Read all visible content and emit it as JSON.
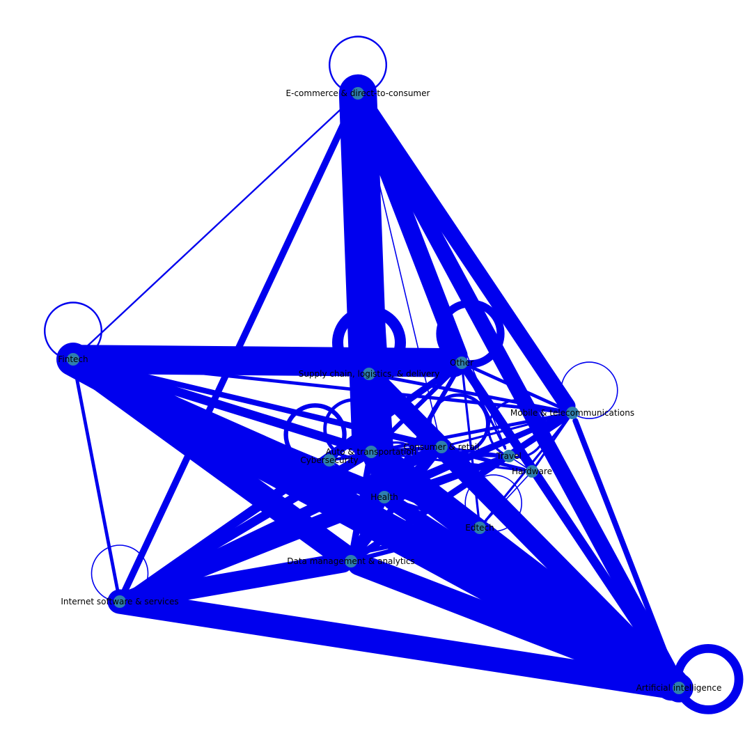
{
  "graph": {
    "colors": {
      "edge": "#0000ee",
      "node": "#2f7fae",
      "label": "#000000",
      "background": "#ffffff"
    },
    "nodes": [
      {
        "id": "ecommerce",
        "label": "E-commerce & direct-to-consumer"
      },
      {
        "id": "fintech",
        "label": "Fintech"
      },
      {
        "id": "supply",
        "label": "Supply chain, logistics, & delivery"
      },
      {
        "id": "other",
        "label": "Other"
      },
      {
        "id": "mobile",
        "label": "Mobile & telecommunications"
      },
      {
        "id": "auto",
        "label": "Auto & transportation"
      },
      {
        "id": "consumer",
        "label": "Consumer & retail"
      },
      {
        "id": "travel",
        "label": "Travel"
      },
      {
        "id": "cyber",
        "label": "Cybersecurity"
      },
      {
        "id": "hardware",
        "label": "Hardware"
      },
      {
        "id": "health",
        "label": "Health"
      },
      {
        "id": "edtech",
        "label": "Edtech"
      },
      {
        "id": "data",
        "label": "Data management & analytics"
      },
      {
        "id": "internet",
        "label": "Internet software & services"
      },
      {
        "id": "ai",
        "label": "Artificial intelligence"
      }
    ],
    "edges": [
      {
        "source": "ecommerce",
        "target": "auto",
        "weight": 34
      },
      {
        "source": "ecommerce",
        "target": "supply",
        "weight": 30
      },
      {
        "source": "ecommerce",
        "target": "health",
        "weight": 22
      },
      {
        "source": "ecommerce",
        "target": "other",
        "weight": 16
      },
      {
        "source": "ecommerce",
        "target": "mobile",
        "weight": 14
      },
      {
        "source": "ecommerce",
        "target": "ai",
        "weight": 14
      },
      {
        "source": "ecommerce",
        "target": "internet",
        "weight": 6
      },
      {
        "source": "ecommerce",
        "target": "fintech",
        "weight": 1.5
      },
      {
        "source": "ecommerce",
        "target": "consumer",
        "weight": 1
      },
      {
        "source": "ecommerce",
        "target": "travel",
        "weight": 1
      },
      {
        "source": "fintech",
        "target": "other",
        "weight": 26
      },
      {
        "source": "fintech",
        "target": "ai",
        "weight": 30
      },
      {
        "source": "fintech",
        "target": "data",
        "weight": 22
      },
      {
        "source": "fintech",
        "target": "health",
        "weight": 14
      },
      {
        "source": "fintech",
        "target": "auto",
        "weight": 8
      },
      {
        "source": "fintech",
        "target": "consumer",
        "weight": 5
      },
      {
        "source": "fintech",
        "target": "mobile",
        "weight": 3
      },
      {
        "source": "fintech",
        "target": "edtech",
        "weight": 4
      },
      {
        "source": "fintech",
        "target": "hardware",
        "weight": 3
      },
      {
        "source": "fintech",
        "target": "internet",
        "weight": 3
      },
      {
        "source": "internet",
        "target": "ai",
        "weight": 22
      },
      {
        "source": "internet",
        "target": "data",
        "weight": 18
      },
      {
        "source": "internet",
        "target": "health",
        "weight": 14
      },
      {
        "source": "internet",
        "target": "consumer",
        "weight": 10
      },
      {
        "source": "internet",
        "target": "auto",
        "weight": 8
      },
      {
        "source": "internet",
        "target": "travel",
        "weight": 6
      },
      {
        "source": "internet",
        "target": "mobile",
        "weight": 5
      },
      {
        "source": "internet",
        "target": "other",
        "weight": 6
      },
      {
        "source": "internet",
        "target": "edtech",
        "weight": 4
      },
      {
        "source": "internet",
        "target": "cyber",
        "weight": 6
      },
      {
        "source": "ai",
        "target": "auto",
        "weight": 26
      },
      {
        "source": "ai",
        "target": "supply",
        "weight": 18
      },
      {
        "source": "ai",
        "target": "data",
        "weight": 20
      },
      {
        "source": "ai",
        "target": "health",
        "weight": 14
      },
      {
        "source": "ai",
        "target": "other",
        "weight": 8
      },
      {
        "source": "ai",
        "target": "mobile",
        "weight": 5
      },
      {
        "source": "ai",
        "target": "hardware",
        "weight": 4
      },
      {
        "source": "ai",
        "target": "edtech",
        "weight": 4
      },
      {
        "source": "ai",
        "target": "consumer",
        "weight": 6
      },
      {
        "source": "data",
        "target": "health",
        "weight": 8
      },
      {
        "source": "data",
        "target": "consumer",
        "weight": 6
      },
      {
        "source": "data",
        "target": "travel",
        "weight": 5
      },
      {
        "source": "data",
        "target": "mobile",
        "weight": 6
      },
      {
        "source": "data",
        "target": "auto",
        "weight": 6
      },
      {
        "source": "data",
        "target": "edtech",
        "weight": 4
      },
      {
        "source": "supply",
        "target": "auto",
        "weight": 10
      },
      {
        "source": "supply",
        "target": "other",
        "weight": 6
      },
      {
        "source": "supply",
        "target": "consumer",
        "weight": 4
      },
      {
        "source": "supply",
        "target": "mobile",
        "weight": 3
      },
      {
        "source": "health",
        "target": "consumer",
        "weight": 5
      },
      {
        "source": "health",
        "target": "travel",
        "weight": 4
      },
      {
        "source": "health",
        "target": "mobile",
        "weight": 3
      },
      {
        "source": "health",
        "target": "other",
        "weight": 4
      },
      {
        "source": "health",
        "target": "edtech",
        "weight": 3
      },
      {
        "source": "health",
        "target": "cyber",
        "weight": 2
      },
      {
        "source": "auto",
        "target": "consumer",
        "weight": 3
      },
      {
        "source": "auto",
        "target": "travel",
        "weight": 3
      },
      {
        "source": "auto",
        "target": "other",
        "weight": 4
      },
      {
        "source": "auto",
        "target": "mobile",
        "weight": 3
      },
      {
        "source": "auto",
        "target": "hardware",
        "weight": 2
      },
      {
        "source": "cyber",
        "target": "other",
        "weight": 3
      },
      {
        "source": "cyber",
        "target": "mobile",
        "weight": 2
      },
      {
        "source": "cyber",
        "target": "consumer",
        "weight": 2
      },
      {
        "source": "consumer",
        "target": "mobile",
        "weight": 2
      },
      {
        "source": "consumer",
        "target": "travel",
        "weight": 2
      },
      {
        "source": "consumer",
        "target": "hardware",
        "weight": 2
      },
      {
        "source": "other",
        "target": "mobile",
        "weight": 3
      },
      {
        "source": "other",
        "target": "travel",
        "weight": 2
      },
      {
        "source": "other",
        "target": "hardware",
        "weight": 2
      },
      {
        "source": "other",
        "target": "edtech",
        "weight": 2
      },
      {
        "source": "mobile",
        "target": "hardware",
        "weight": 2
      },
      {
        "source": "mobile",
        "target": "edtech",
        "weight": 2
      },
      {
        "source": "travel",
        "target": "hardware",
        "weight": 1
      },
      {
        "source": "hardware",
        "target": "edtech",
        "weight": 1
      },
      {
        "source": "ecommerce",
        "target": "ecommerce",
        "weight": 1.5
      },
      {
        "source": "fintech",
        "target": "fintech",
        "weight": 1.5
      },
      {
        "source": "mobile",
        "target": "mobile",
        "weight": 1
      },
      {
        "source": "internet",
        "target": "internet",
        "weight": 1
      },
      {
        "source": "ai",
        "target": "ai",
        "weight": 8
      },
      {
        "source": "supply",
        "target": "supply",
        "weight": 10
      },
      {
        "source": "other",
        "target": "other",
        "weight": 7
      },
      {
        "source": "auto",
        "target": "auto",
        "weight": 3
      },
      {
        "source": "consumer",
        "target": "consumer",
        "weight": 3
      },
      {
        "source": "cyber",
        "target": "cyber",
        "weight": 4
      },
      {
        "source": "travel",
        "target": "travel",
        "weight": 2
      },
      {
        "source": "health",
        "target": "health",
        "weight": 2
      },
      {
        "source": "edtech",
        "target": "edtech",
        "weight": 1
      }
    ]
  }
}
